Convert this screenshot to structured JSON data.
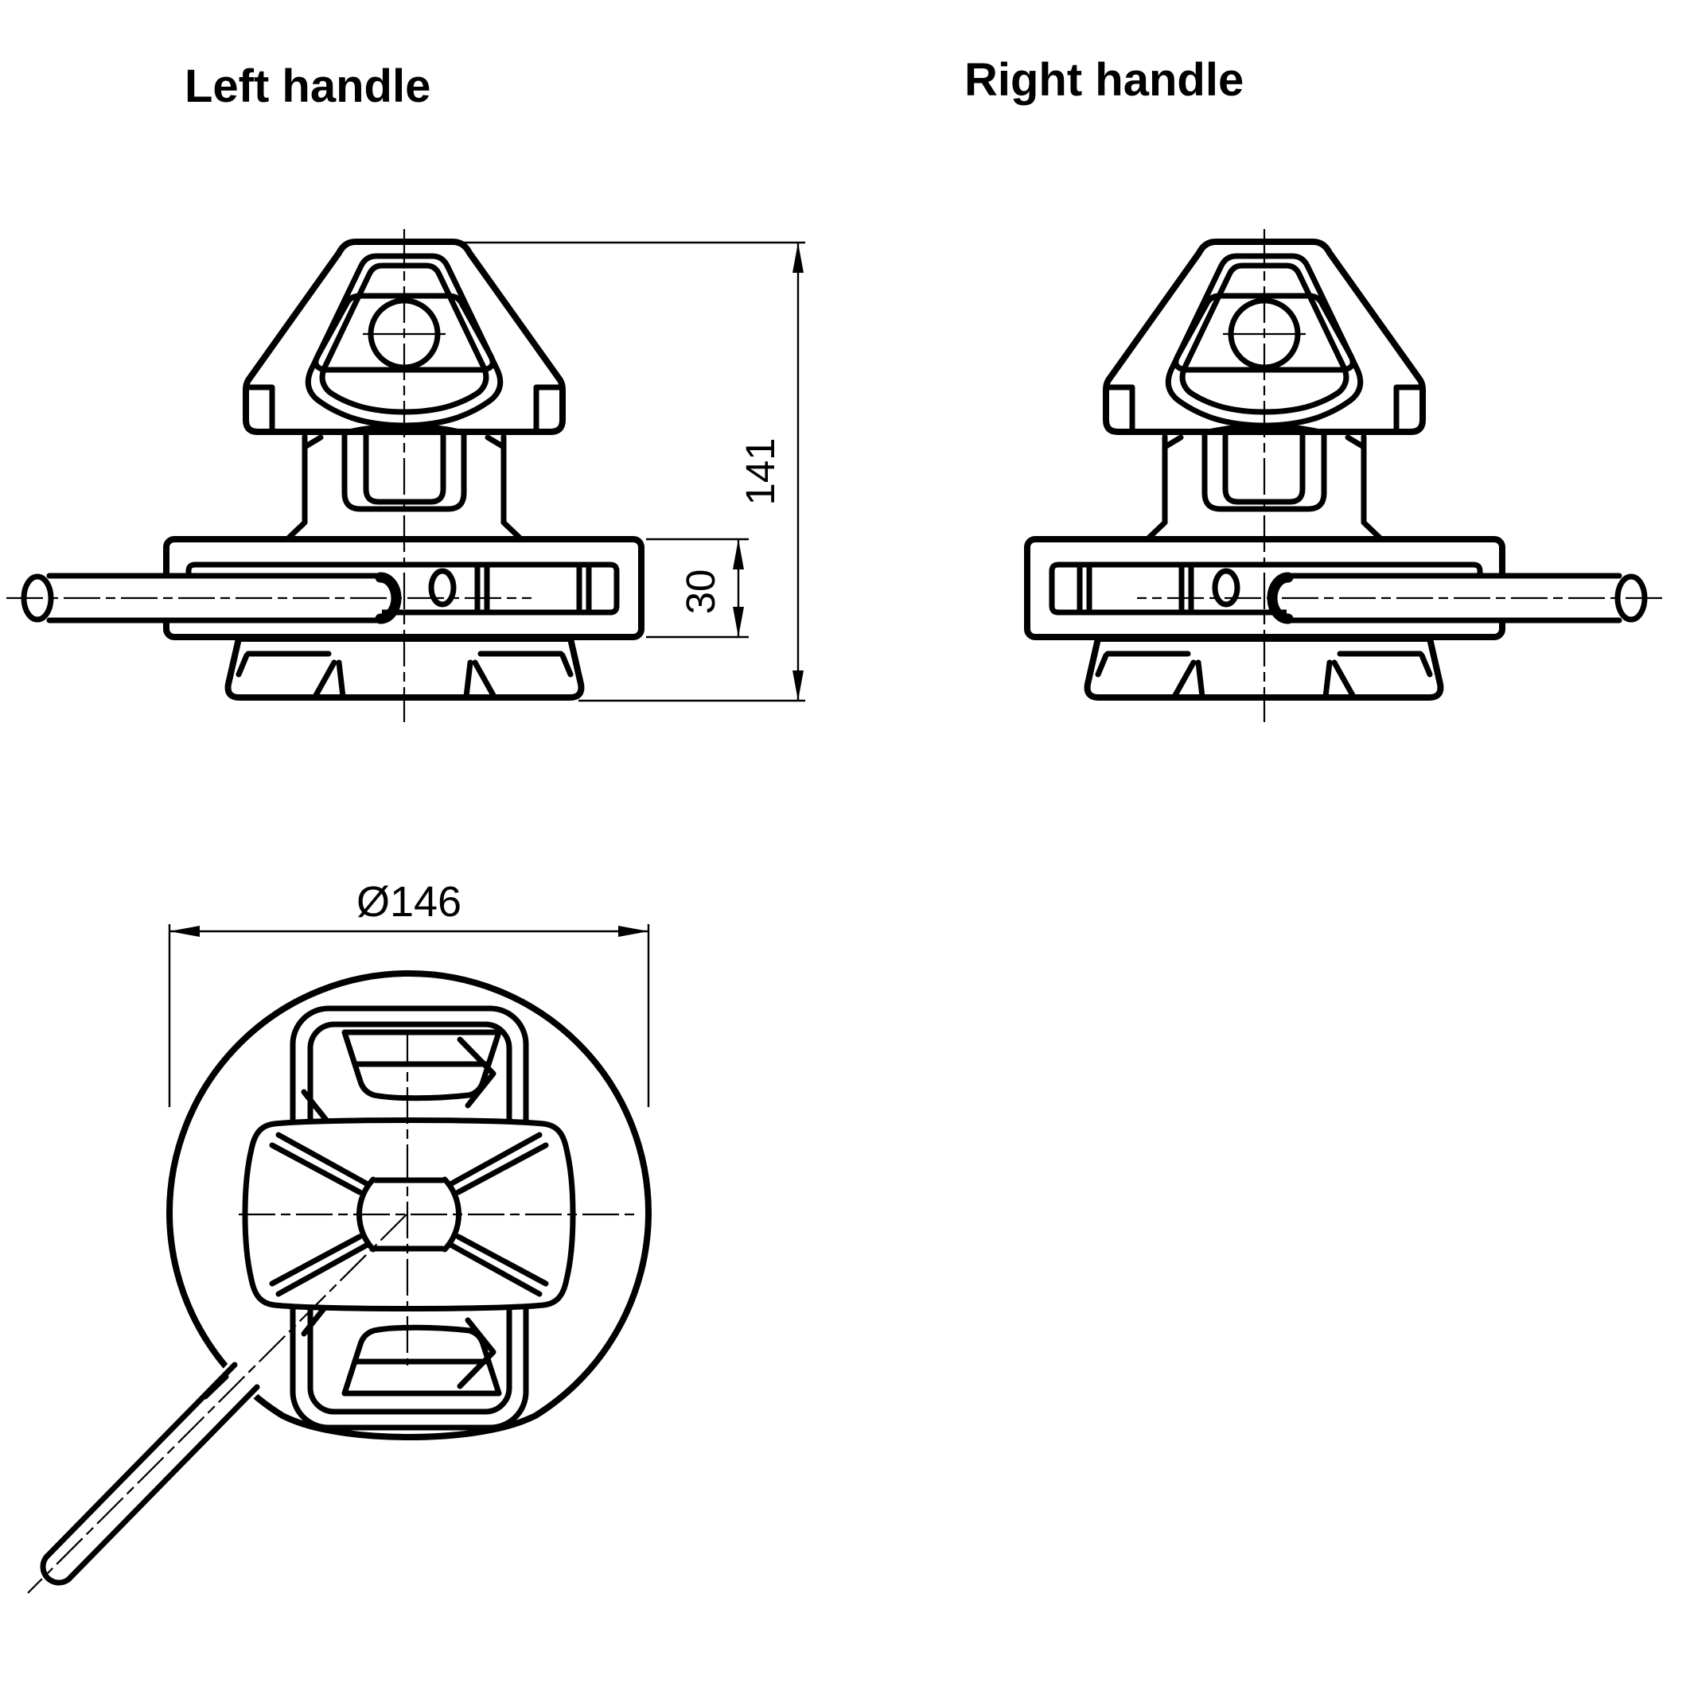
{
  "drawing": {
    "type": "technical-orthographic-drawing",
    "part": "container twist-lock with operating handle",
    "ink_color": "#000000",
    "paper_color": "#ffffff"
  },
  "titles": {
    "left": "Left handle",
    "right": "Right handle"
  },
  "views": {
    "front_left_handle": {
      "label": "Left handle",
      "dims": {
        "overall_height": "141",
        "rail_thickness": "30"
      }
    },
    "front_right_handle": {
      "label": "Right handle",
      "dims": {}
    },
    "bottom": {
      "dims": {
        "plate_diameter": "Ø146"
      }
    }
  },
  "dimensions": {
    "overall_height": "141",
    "rail_thickness": "30",
    "plate_diameter": "Ø146"
  }
}
